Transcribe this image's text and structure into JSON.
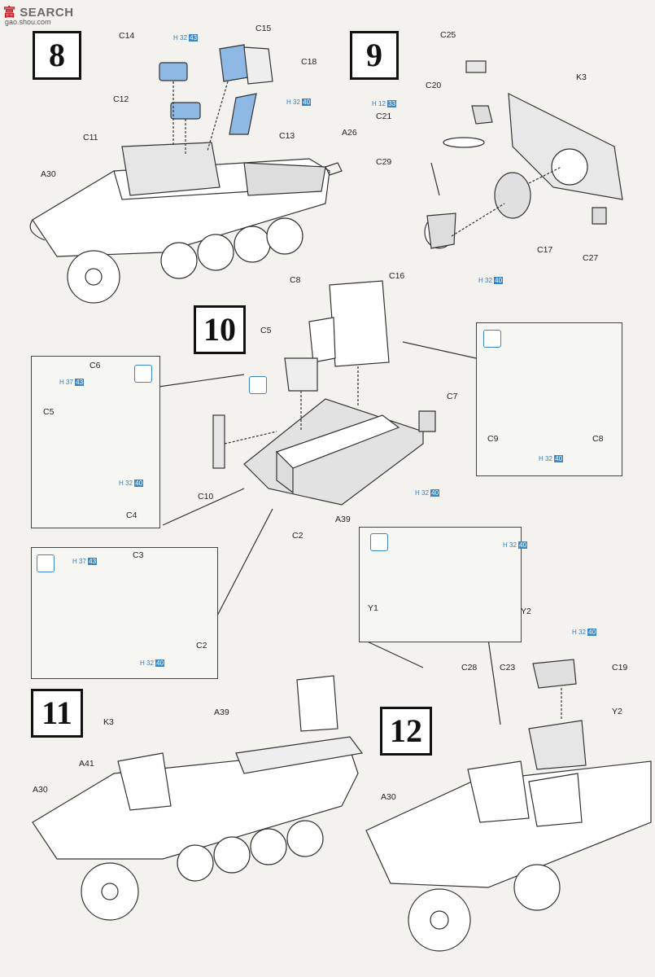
{
  "watermark": {
    "red": "富",
    "name": "SEARCH",
    "url": "gao.shou.com"
  },
  "steps": [
    {
      "id": "8",
      "label": "8"
    },
    {
      "id": "9",
      "label": "9"
    },
    {
      "id": "10",
      "label": "10"
    },
    {
      "id": "11",
      "label": "11"
    },
    {
      "id": "12",
      "label": "12"
    }
  ],
  "labels": {
    "c14": "C14",
    "c15": "C15",
    "c18": "C18",
    "c12": "C12",
    "c13": "C13",
    "c11": "C11",
    "a26": "A26",
    "a30_s8": "A30",
    "c25": "C25",
    "k3_s9": "K3",
    "c20": "C20",
    "c21": "C21",
    "c29": "C29",
    "c17": "C17",
    "c27": "C27",
    "c16": "C16",
    "c8": "C8",
    "c5": "C5",
    "c7": "C7",
    "c10": "C10",
    "c2": "C2",
    "a39": "A39",
    "c6": "C6",
    "c5b": "C5",
    "c4": "C4",
    "c9": "C9",
    "c8b": "C8",
    "c3": "C3",
    "c2b": "C2",
    "y1": "Y1",
    "y2": "Y2",
    "k3_s11": "K3",
    "a39_s11": "A39",
    "a41": "A41",
    "a30_s11": "A30",
    "c28": "C28",
    "c23": "C23",
    "c19": "C19",
    "y2b": "Y2",
    "a30_s12": "A30"
  },
  "paint": {
    "h32_43": {
      "h": "H",
      "code": "32",
      "n": "43"
    },
    "h32_40": {
      "h": "H",
      "code": "32",
      "n": "40"
    },
    "h12_33": {
      "h": "H",
      "code": "12",
      "n": "33"
    },
    "h37_43": {
      "h": "H",
      "code": "37",
      "n": "43"
    }
  }
}
